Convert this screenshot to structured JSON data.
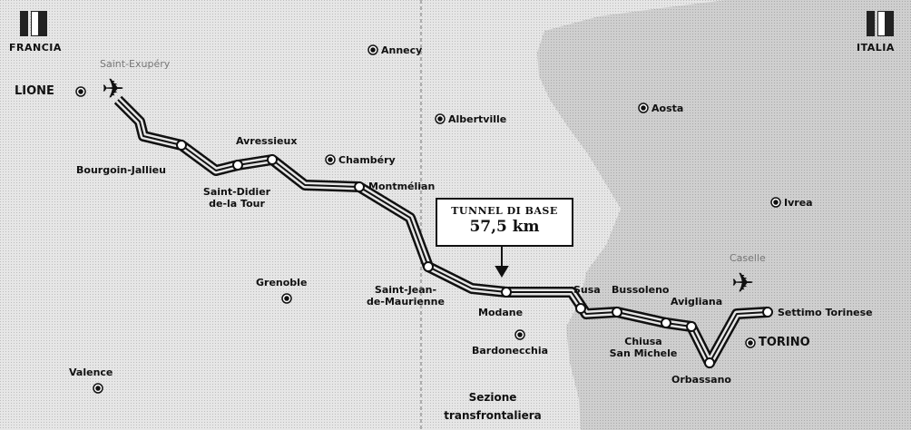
{
  "countries": {
    "left": "FRANCIA",
    "right": "ITALIA"
  },
  "tunnel": {
    "title": "TUNNEL DI BASE",
    "length": "57,5 km"
  },
  "section_label": {
    "line1": "Sezione",
    "line2": "transfrontaliera"
  },
  "airports": {
    "left": "Saint-Exupéry",
    "right": "Caselle"
  },
  "cities": {
    "lione": "LIONE",
    "torino": "TORINO",
    "annecy": "Annecy",
    "albertville": "Albertville",
    "chambery": "Chambéry",
    "montmelian": "Montmélian",
    "aosta": "Aosta",
    "ivrea": "Ivrea",
    "grenoble": "Grenoble",
    "valence": "Valence",
    "bardonecchia": "Bardonecchia",
    "settimo": "Settimo Torinese"
  },
  "stations": {
    "bourgoin": "Bourgoin-Jallieu",
    "saint_didier_1": "Saint-Didier",
    "saint_didier_2": "de-la Tour",
    "avressieux": "Avressieux",
    "saint_jean_1": "Saint-Jean-",
    "saint_jean_2": "de-Maurienne",
    "modane": "Modane",
    "susa": "Susa",
    "bussoleno": "Bussoleno",
    "avigliana": "Avigliana",
    "chiusa_1": "Chiusa",
    "chiusa_2": "San Michele",
    "orbassano": "Orbassano"
  },
  "colors": {
    "background": "#e6e6e6",
    "italy_region": "#cfcfcf",
    "route": "#111111",
    "muted_text": "#777777"
  },
  "icons": [
    "flag-icon",
    "plane-icon",
    "city-marker-icon",
    "station-marker-icon",
    "arrow-down-icon"
  ]
}
